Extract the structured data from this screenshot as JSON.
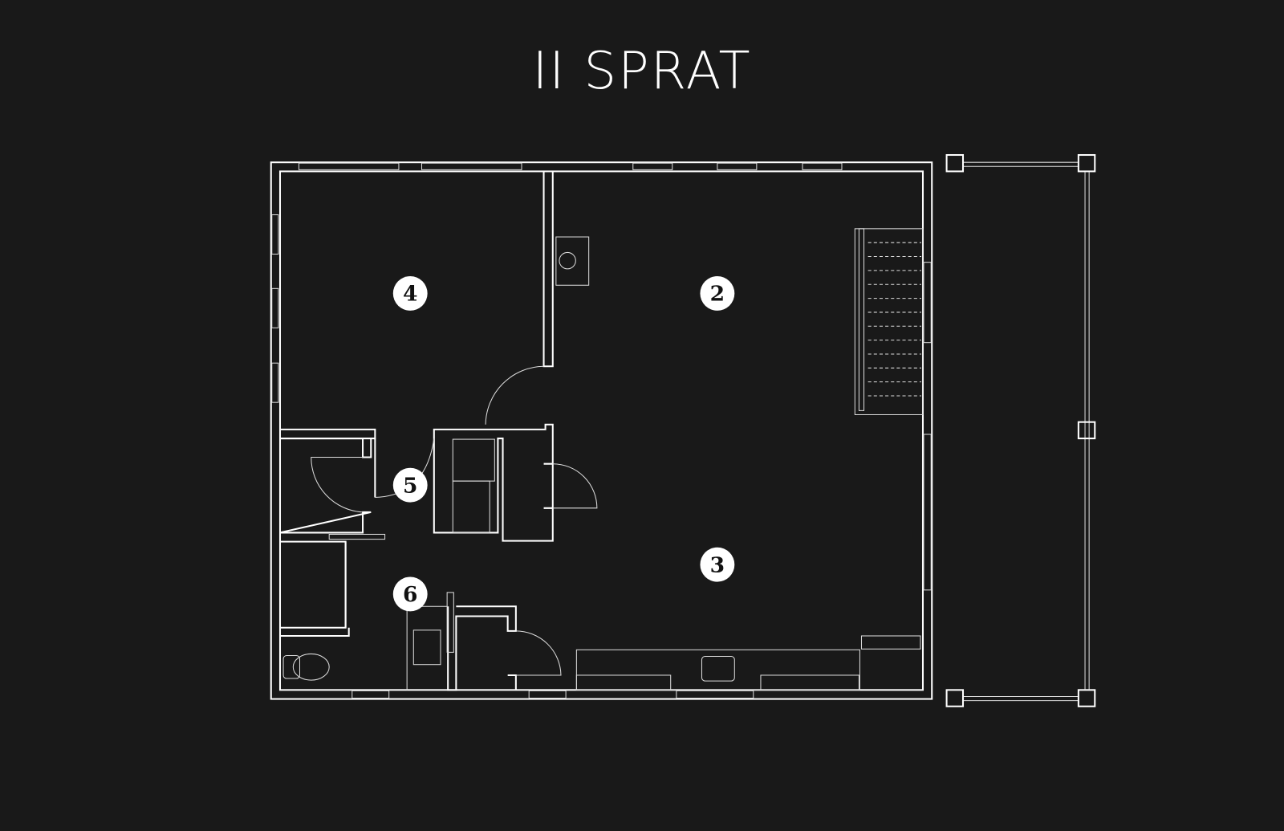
{
  "title": "II SPRAT",
  "room_markers": [
    {
      "label": "4"
    },
    {
      "label": "2"
    },
    {
      "label": "5"
    },
    {
      "label": "3"
    },
    {
      "label": "6"
    }
  ],
  "colors": {
    "background": "#191919",
    "lines": "#ffffff"
  }
}
